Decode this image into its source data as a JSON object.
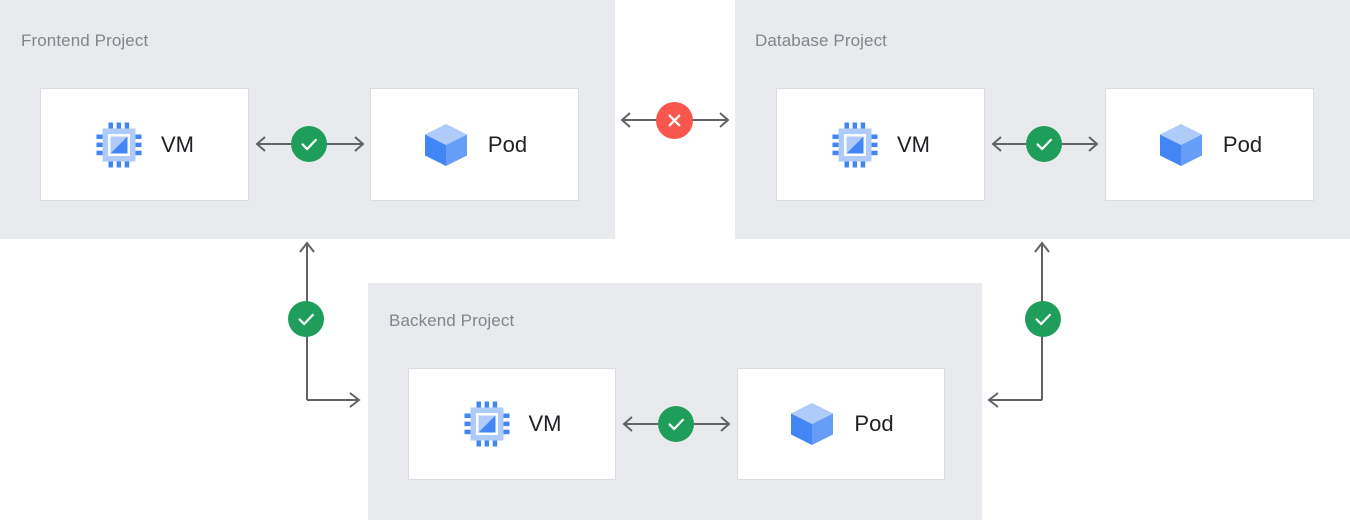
{
  "diagram": {
    "title_color": "#80868b",
    "panel_bg": "#e8eaed",
    "card_bg": "#ffffff",
    "card_border": "#dadce0",
    "line_color": "#5f6368",
    "ok_color": "#1e9e5a",
    "fail_color": "#f9574d",
    "vm_icon_color": "#4285f4",
    "vm_icon_color_light": "#aecbfa",
    "pod_icon_color": "#4285f4",
    "pod_icon_color_light": "#aecbfa"
  },
  "panels": [
    {
      "id": "frontend",
      "title": "Frontend Project",
      "resources": [
        {
          "label": "VM",
          "icon": "vm-chip-icon"
        },
        {
          "label": "Pod",
          "icon": "pod-cube-icon"
        }
      ],
      "internal_link": {
        "status": "ok",
        "icon": "check-icon"
      }
    },
    {
      "id": "database",
      "title": "Database Project",
      "resources": [
        {
          "label": "VM",
          "icon": "vm-chip-icon"
        },
        {
          "label": "Pod",
          "icon": "pod-cube-icon"
        }
      ],
      "internal_link": {
        "status": "ok",
        "icon": "check-icon"
      }
    },
    {
      "id": "backend",
      "title": "Backend Project",
      "resources": [
        {
          "label": "VM",
          "icon": "vm-chip-icon"
        },
        {
          "label": "Pod",
          "icon": "pod-cube-icon"
        }
      ],
      "internal_link": {
        "status": "ok",
        "icon": "check-icon"
      }
    }
  ],
  "cross_links": [
    {
      "id": "frontend-database",
      "from": "frontend",
      "to": "database",
      "status": "blocked",
      "icon": "x-icon",
      "direction": "bidirectional"
    },
    {
      "id": "frontend-backend",
      "from": "backend",
      "to": "frontend",
      "status": "ok",
      "icon": "check-icon",
      "direction": "bidirectional"
    },
    {
      "id": "database-backend",
      "from": "backend",
      "to": "database",
      "status": "ok",
      "icon": "check-icon",
      "direction": "bidirectional"
    }
  ]
}
